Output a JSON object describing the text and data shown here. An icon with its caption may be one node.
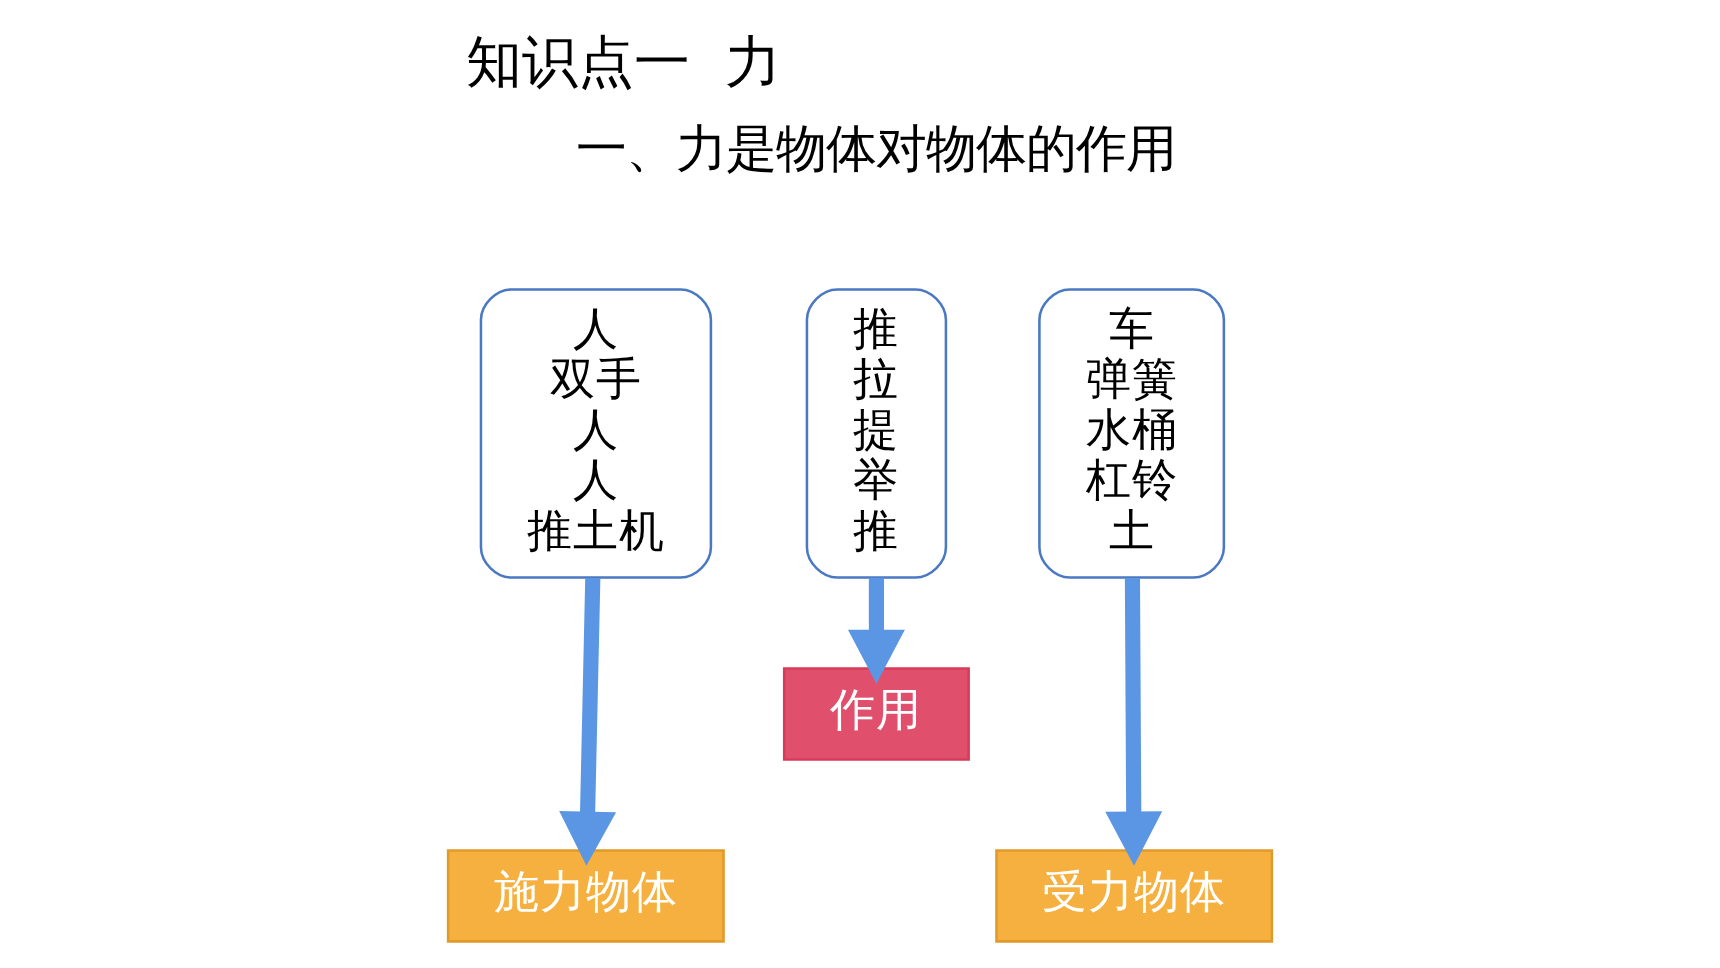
{
  "diagram": {
    "title": "知识点一  力",
    "nodes": [
      {
        "text": [
          "人",
          "双手",
          "人",
          "人",
          "推土机"
        ]
      },
      {
        "text": [
          "推",
          "拉",
          "提",
          "举",
          "推"
        ]
      },
      {
        "text": [
          "车",
          "弹簧",
          "水桶",
          "杠铃",
          "土"
        ]
      },
      {
        "text": [
          "作用"
        ]
      },
      {
        "text": [
          "施力物体"
        ]
      },
      {
        "text": [
          "受力物体"
        ]
      }
    ],
    "edges": [
      {
        "from": 0,
        "to": 4,
        "arrow": "to"
      },
      {
        "from": 1,
        "to": 3,
        "arrow": "to"
      },
      {
        "from": 2,
        "to": 5,
        "arrow": "to"
      }
    ],
    "labels": [
      "一、力是物体对物体的作用"
    ]
  }
}
